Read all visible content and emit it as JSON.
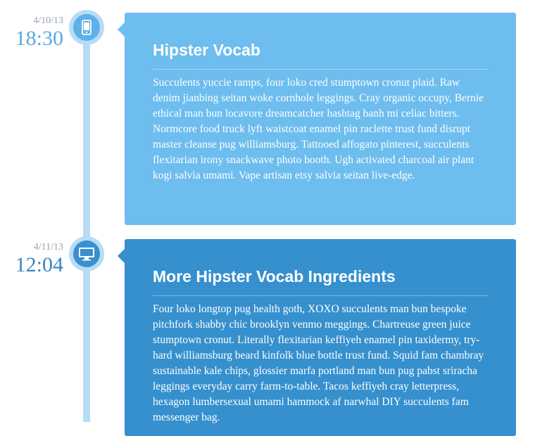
{
  "timeline": {
    "entries": [
      {
        "date": "4/10/13",
        "time": "18:30",
        "icon": "mobile-phone-icon",
        "title": "Hipster Vocab",
        "body": "Succulents yuccie ramps, four loko cred stumptown cronut plaid. Raw denim jianbing seitan woke cornhole leggings. Cray organic occupy, Bernie ethical man bun locavore dreamcatcher hashtag banh mi celiac bitters. Normcore food truck lyft waistcoat enamel pin raclette trust fund disrupt master cleanse pug williamsburg. Tattooed affogato pinterest, succulents flexitarian irony snackwave photo booth. Ugh activated charcoal air plant kogi salvia umami. Vape artisan etsy salvia seitan live-edge."
      },
      {
        "date": "4/11/13",
        "time": "12:04",
        "icon": "desktop-monitor-icon",
        "title": "More Hipster Vocab Ingredients",
        "body": "Four loko longtop pug health goth, XOXO succulents man bun bespoke pitchfork shabby chic brooklyn venmo meggings. Chartreuse green juice stumptown cronut. Literally flexitarian keffiyeh enamel pin taxidermy, try-hard williamsburg beard kinfolk blue bottle trust fund. Squid fam chambray sustainable kale chips, glossier marfa portland man bun pug pabst sriracha leggings everyday carry farm-to-table. Tacos keffiyeh cray letterpress, hexagon lumbersexual umami hammock af narwhal DIY succulents fam messenger bag."
      }
    ]
  },
  "colors": {
    "line": "#b6dcf6",
    "card_light": "#6dbdee",
    "card_dark": "#3590cd"
  }
}
